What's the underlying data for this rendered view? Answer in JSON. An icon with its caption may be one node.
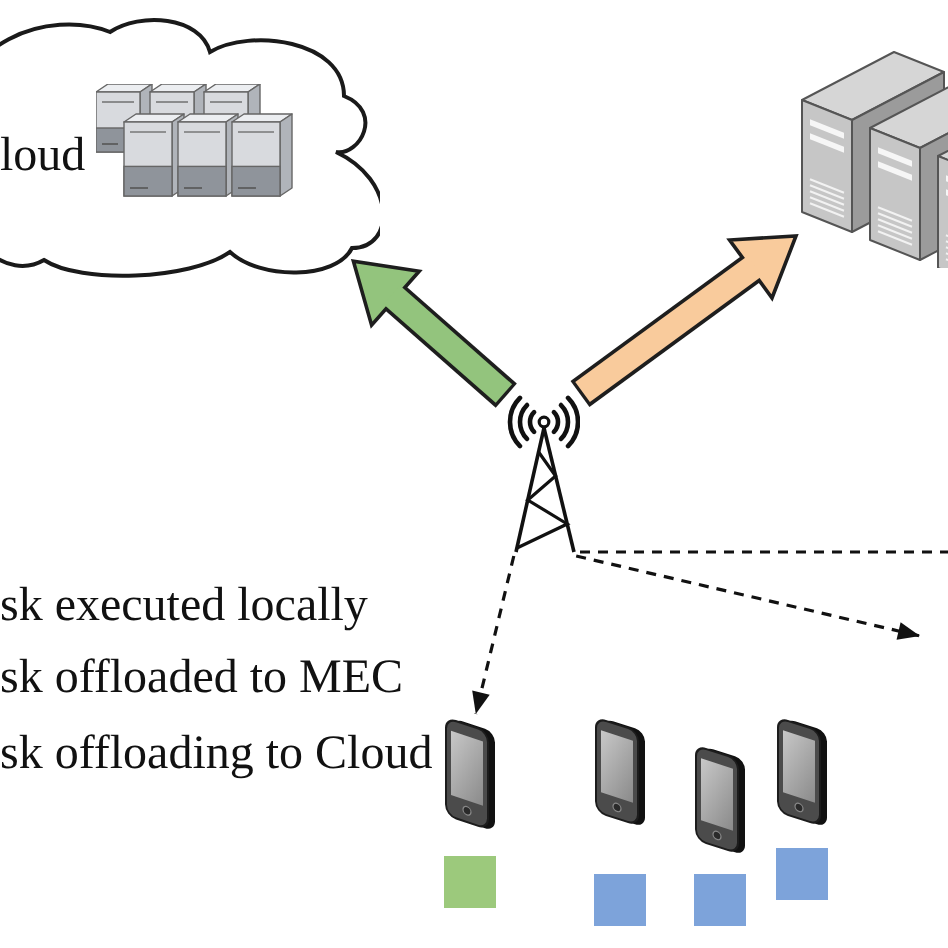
{
  "diagram": {
    "nodes": [
      {
        "text": [
          "loud"
        ]
      },
      {
        "text": [],
        "shape": "picture"
      },
      {
        "text": [],
        "shape": "picture"
      },
      {
        "text": [],
        "shape": "picture"
      },
      {
        "text": [],
        "shape": "picture"
      },
      {
        "text": [],
        "shape": "picture"
      },
      {
        "text": [],
        "shape": "picture"
      },
      {
        "text": [],
        "shape": "box"
      },
      {
        "text": [],
        "shape": "box"
      },
      {
        "text": [],
        "shape": "box"
      },
      {
        "text": [],
        "shape": "box"
      }
    ],
    "edges": [
      {
        "from": 2,
        "to": 0,
        "arrow": "to",
        "style": "thick",
        "color": "#93c47d"
      },
      {
        "from": 2,
        "to": 1,
        "arrow": "to",
        "style": "thick",
        "color": "#f9cb9c"
      },
      {
        "from": 2,
        "to": 3,
        "arrow": "to",
        "style": "dashed"
      },
      {
        "from": 2,
        "to": null,
        "arrow": "to",
        "style": "dashed"
      },
      {
        "from": 2,
        "to": null,
        "arrow": "none",
        "style": "dashed"
      }
    ],
    "labels": [
      "sk executed locally",
      "sk offloaded to MEC",
      "sk offloading to Cloud"
    ]
  }
}
